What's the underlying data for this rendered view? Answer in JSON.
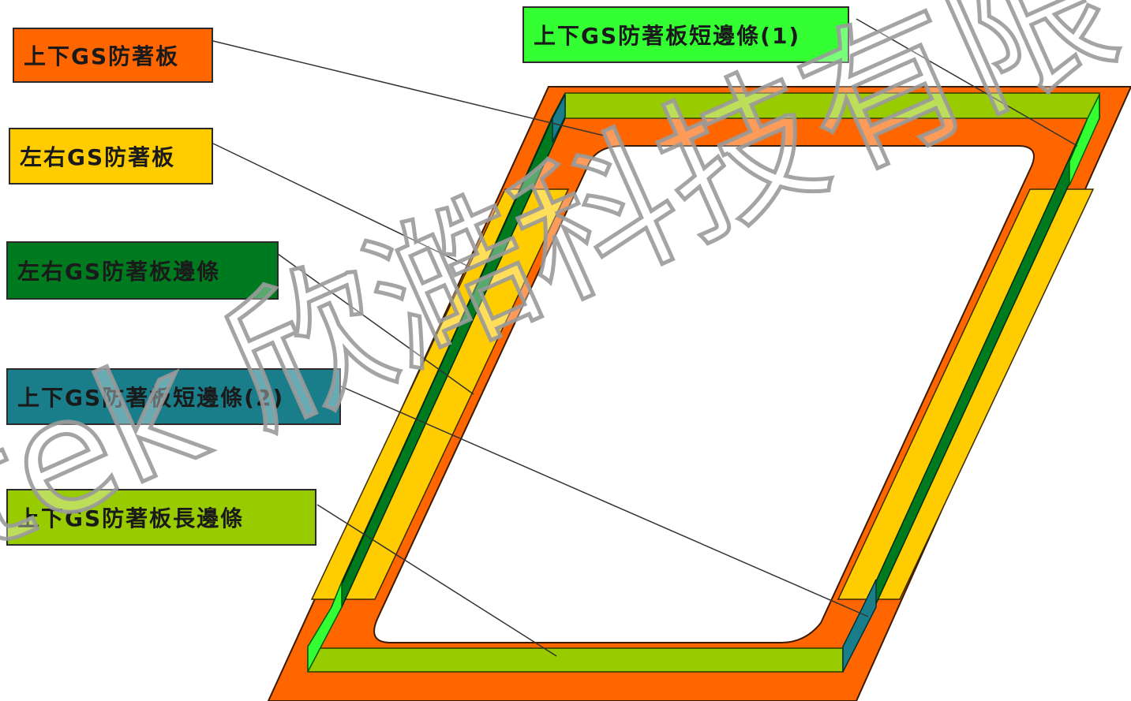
{
  "labels": {
    "top_bottom_board": "上下GS防著板",
    "left_right_board": "左右GS防著板",
    "left_right_edge": "左右GS防著板邊條",
    "top_bottom_short_edge_2": "上下GS防著板短邊條(2)",
    "top_bottom_long_edge": "上下GS防著板長邊條",
    "top_bottom_short_edge_1": "上下GS防著板短邊條(1)"
  },
  "watermark": {
    "text": "tek 欣澔科技有限公"
  },
  "colors": {
    "orange_board": "#ff6600",
    "yellow_board": "#ffcc00",
    "dark_green_edge": "#007a1f",
    "teal_short_edge": "#1a7d8a",
    "lime_long_edge": "#99cc00",
    "bright_green_short_edge": "#33ff33",
    "label_text_dark": "#1a1a1a",
    "watermark_gray": "#9a9a9a"
  }
}
